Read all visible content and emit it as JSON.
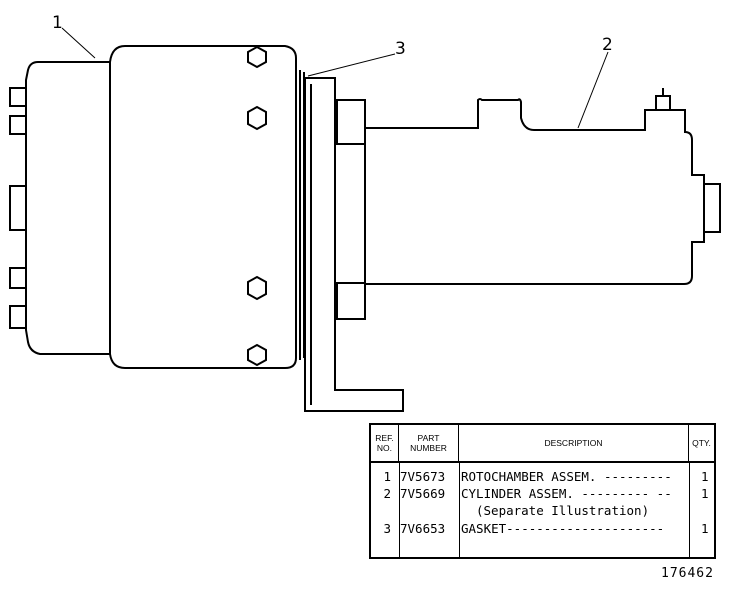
{
  "callouts": [
    "1",
    "2",
    "3"
  ],
  "table": {
    "headers": {
      "ref": [
        "REF.",
        "NO."
      ],
      "part": [
        "PART",
        "NUMBER"
      ],
      "description": "DESCRIPTION",
      "qty": "QTY."
    },
    "rows": [
      {
        "ref": "1",
        "part": "7V5673",
        "description": "ROTOCHAMBER ASSEM. ---------",
        "qty": "1"
      },
      {
        "ref": "2",
        "part": "7V5669",
        "description": "CYLINDER ASSEM. --------- --",
        "qty": "1"
      },
      {
        "ref": "",
        "part": "",
        "description": "(Separate Illustration)",
        "qty": ""
      },
      {
        "ref": "3",
        "part": "7V6653",
        "description": "GASKET---------------------",
        "qty": "1"
      }
    ]
  },
  "drawing_number": "176462"
}
